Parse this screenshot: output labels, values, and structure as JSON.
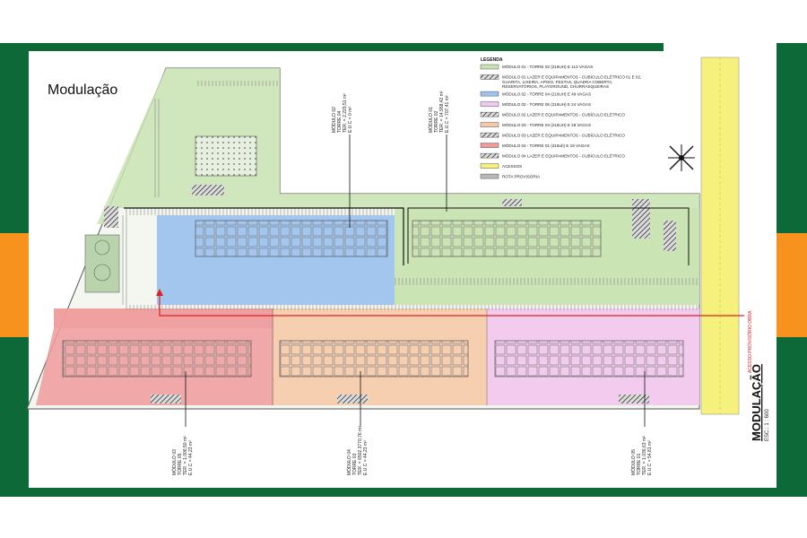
{
  "title": "Modulação",
  "legend": {
    "heading": "LEGENDA",
    "items": [
      {
        "label": "MÓDULO 01 - TORRE 02 (216UH) E 113 VAGAS",
        "color": "#c9e3b3",
        "hatch": false
      },
      {
        "label": "MÓDULO 01 LAZER E EQUIPAMENTOS - CUBÍCULO ELÉTRICO 01 E 02, GUARITA, LIXEIRA, APOIO, FESTAS, QUADRA COBERTA, RESERVATÓRIOS, PLAYGROUND, CHURRASQUEIRAS",
        "color": "#5c6b4a",
        "hatch": true
      },
      {
        "label": "MÓDULO 02 - TORRE 04 (216UH) E 49 VAGAS",
        "color": "#9ec3ee",
        "hatch": false
      },
      {
        "label": "MÓDULO 02 - TORRE 05 (216UH) E 24 VAGAS",
        "color": "#f1c8ee",
        "hatch": false
      },
      {
        "label": "MÓDULO 02 LAZER E EQUIPAMENTOS - CUBÍCULO ELÉTRICO",
        "color": "#6a4a6a",
        "hatch": true
      },
      {
        "label": "MÓDULO 03 - TORRE 03 (216UH) E 28 VAGAS",
        "color": "#f6c9a8",
        "hatch": false
      },
      {
        "label": "MÓDULO 03 LAZER E EQUIPAMENTOS - CUBÍCULO ELÉTRICO",
        "color": "#7a4a3a",
        "hatch": true
      },
      {
        "label": "MÓDULO 04 - TORRE 01 (216uh) E 19 VAGAS",
        "color": "#ee9b9b",
        "hatch": false
      },
      {
        "label": "MÓDULO 04 LAZER E EQUIPAMENTOS - CUBÍCULO ELÉTRICO",
        "color": "#8a3a3a",
        "hatch": true
      },
      {
        "label": "ACESSOS",
        "color": "#f6f17c",
        "hatch": false
      },
      {
        "label": "ROTA PROVISÓRIA",
        "color": "#b8b8b8",
        "hatch": false
      }
    ]
  },
  "annotations": {
    "top_left": [
      "MÓDULO 02",
      "TORRE 04",
      "TER. = 2.229,51 m²",
      "E.U.C = 0 m²"
    ],
    "top_right": [
      "MÓDULO 01",
      "TORRE 02",
      "TER. = 14.958,42 m²",
      "E.U.C = 707,41 m²"
    ],
    "bottom_1": [
      "MÓDULO 03",
      "TORRE 05",
      "TER. = 1.006,50 m²",
      "E.U.C = 44,23 m²"
    ],
    "bottom_2": [
      "MÓDULO 04",
      "TORRE 03",
      "TER. = 6502.3770,76 m²",
      "E.U.C = 44,23 m²"
    ],
    "bottom_3": [
      "MÓDULO 05",
      "TORRE 01",
      "TER. = 1.036,63 m²",
      "E.U.C = 54,81 m²"
    ]
  },
  "access_label": "ACESSO PROVISÓRIO OBRA",
  "drawing_title": "MODULAÇÃO",
  "drawing_scale": "ESC.: 1 : 600",
  "colors": {
    "frame": "#0d6a38",
    "accent": "#f7921e",
    "green_zone": "#c9e3b3",
    "blue_zone": "#9ec3ee",
    "pink_zone": "#f1c8ee",
    "orange_zone": "#f6c9a8",
    "red_zone": "#ee9b9b",
    "access": "#f6f17c",
    "route": "#e02020"
  }
}
